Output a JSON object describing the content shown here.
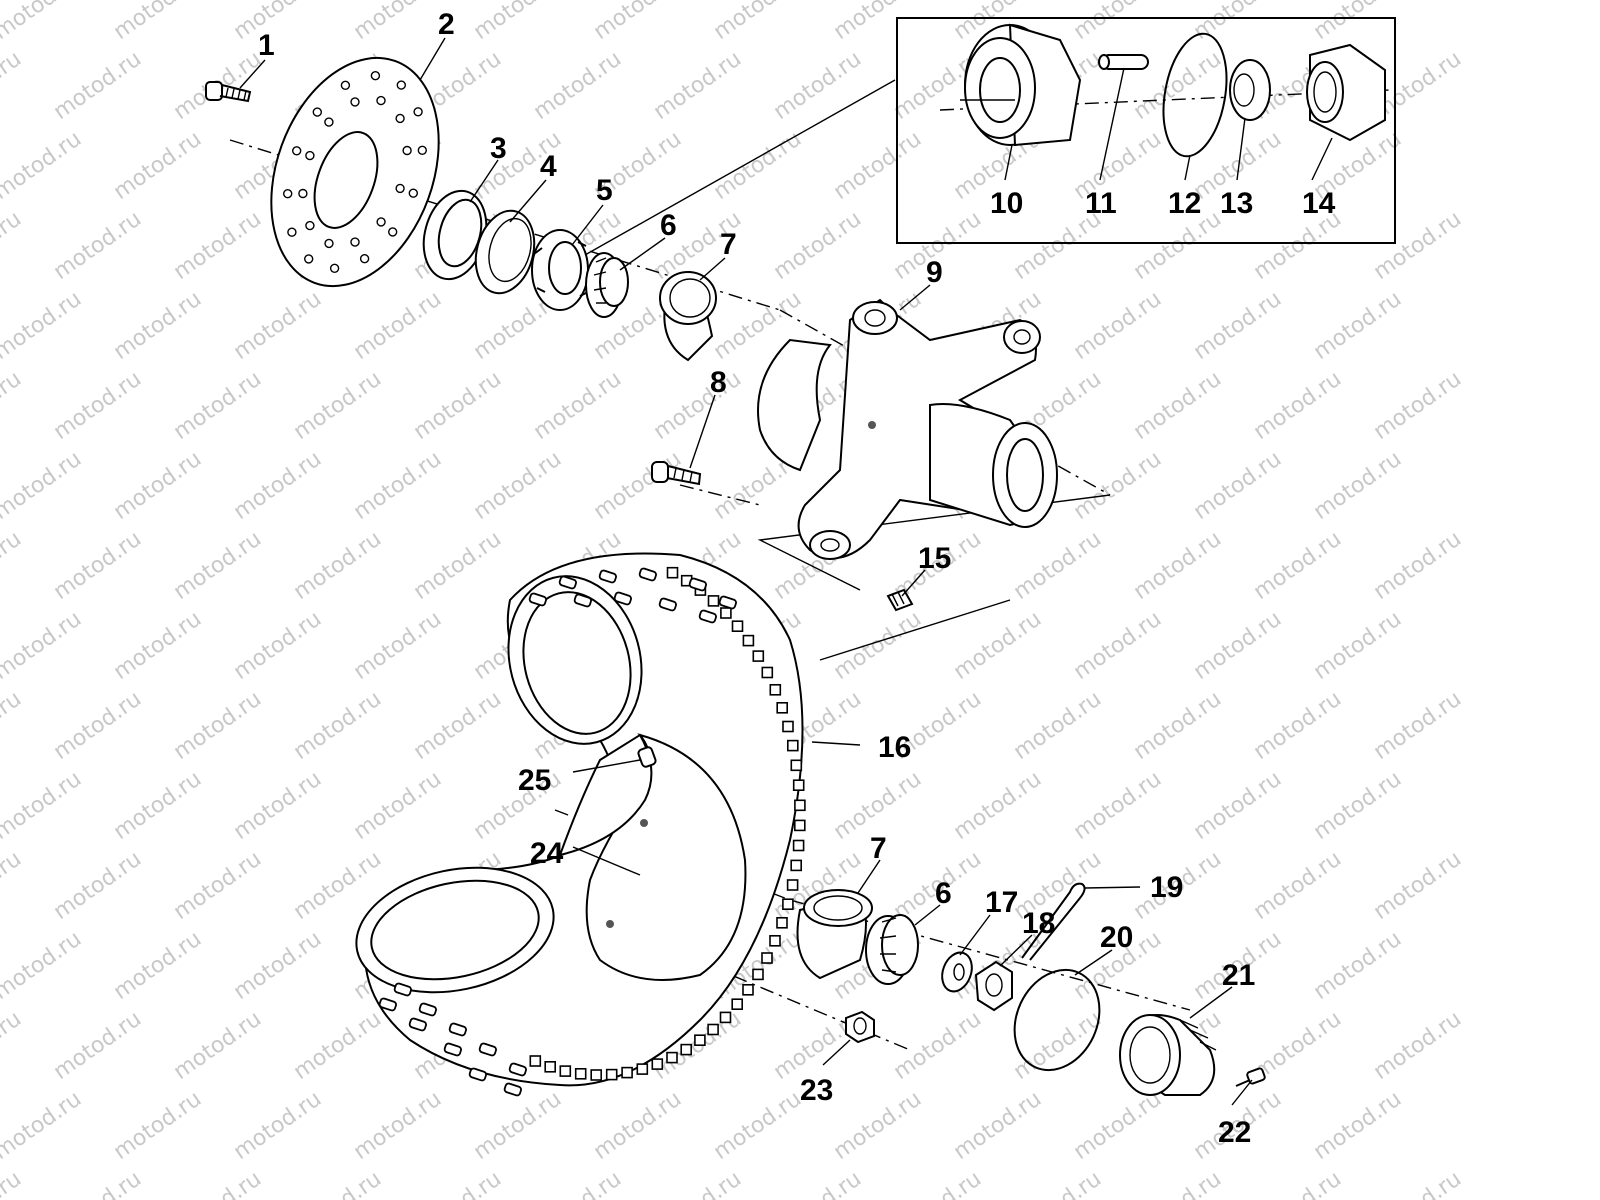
{
  "watermark": {
    "text": "motod.ru"
  },
  "callouts": {
    "p1": "1",
    "p2": "2",
    "p3": "3",
    "p4": "4",
    "p5": "5",
    "p6a": "6",
    "p7a": "7",
    "p8": "8",
    "p9": "9",
    "p10": "10",
    "p11": "11",
    "p12": "12",
    "p13": "13",
    "p14": "14",
    "p15": "15",
    "p16": "16",
    "p7b": "7",
    "p6b": "6",
    "p17": "17",
    "p18": "18",
    "p19": "19",
    "p20": "20",
    "p21": "21",
    "p22": "22",
    "p23": "23",
    "p24": "24",
    "p25": "25"
  }
}
